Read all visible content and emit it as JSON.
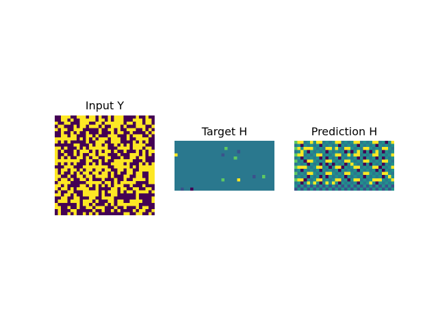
{
  "chart_data": [
    {
      "type": "heatmap",
      "title": "Input Y",
      "rows": 32,
      "cols": 32,
      "grid": false,
      "axes_visible": false,
      "colormap": "viridis",
      "pattern": "binary random values (0/1) shown as dark purple and yellow"
    },
    {
      "type": "heatmap",
      "title": "Target H",
      "rows": 16,
      "cols": 32,
      "grid": false,
      "axes_visible": false,
      "colormap": "viridis",
      "pattern": "mostly uniform mid-value with a few sparse bright and dark entries"
    },
    {
      "type": "heatmap",
      "title": "Prediction H",
      "rows": 16,
      "cols": 32,
      "grid": false,
      "axes_visible": false,
      "colormap": "viridis",
      "pattern": "periodic tiled pattern with yellow, purple and teal blocks"
    }
  ],
  "colors": {
    "low": "#440154",
    "mid_low": "#3b528b",
    "mid": "#2a788e",
    "mid_high": "#21918c",
    "high_mid": "#5ec962",
    "high": "#fde725"
  }
}
